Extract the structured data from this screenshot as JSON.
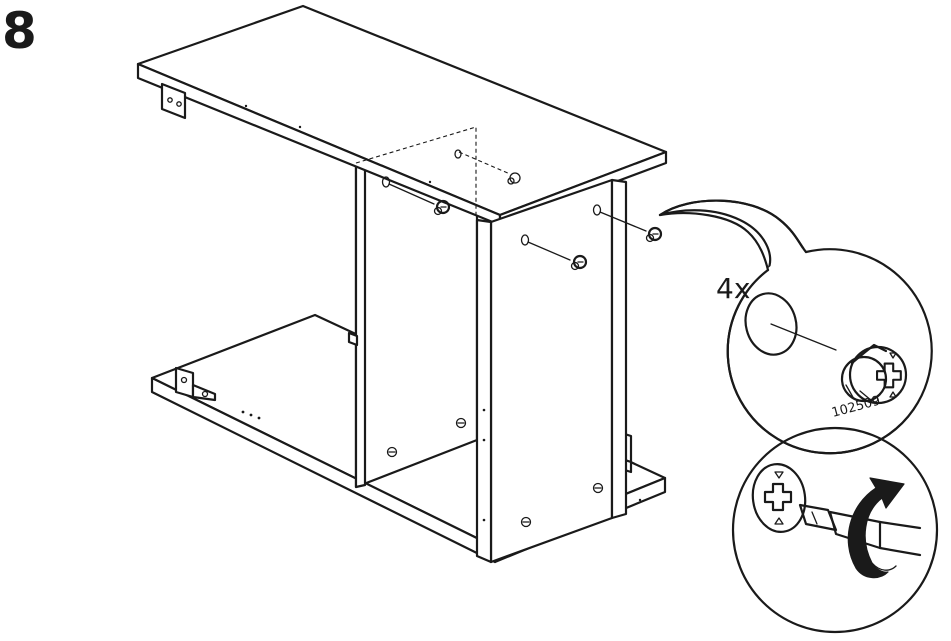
{
  "step": {
    "number": "8"
  },
  "callout": {
    "quantity": "4x",
    "part_number": "102509"
  },
  "icons": {
    "rotate_arrow": "clockwise-rotate-arrow-icon",
    "screwdriver": "screwdriver-icon",
    "cam_lock": "cam-lock-icon"
  }
}
